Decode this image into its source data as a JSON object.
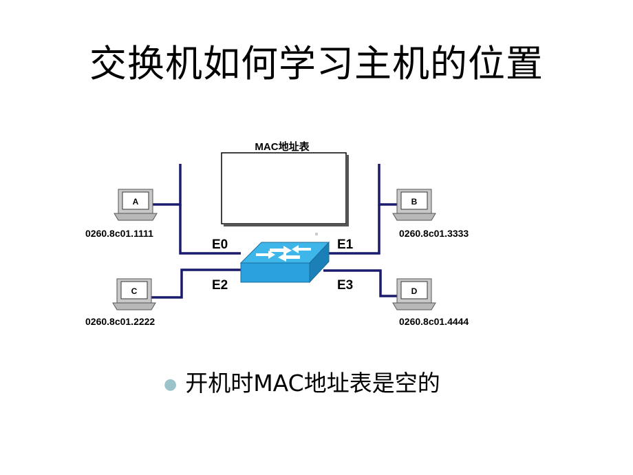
{
  "title": "交换机如何学习主机的位置",
  "mac_table": {
    "label": "MAC地址表"
  },
  "ports": {
    "e0": "E0",
    "e1": "E1",
    "e2": "E2",
    "e3": "E3"
  },
  "hosts": {
    "a": {
      "label": "A",
      "mac": "0260.8c01.1111"
    },
    "b": {
      "label": "B",
      "mac": "0260.8c01.3333"
    },
    "c": {
      "label": "C",
      "mac": "0260.8c01.2222"
    },
    "d": {
      "label": "D",
      "mac": "0260.8c01.4444"
    }
  },
  "bullet": {
    "text": "开机时MAC地址表是空的"
  },
  "colors": {
    "link": "#1a1a6e",
    "switch_body": "#2aa0dd",
    "switch_top": "#3fb6ea",
    "bullet": "#9cc3c9"
  }
}
